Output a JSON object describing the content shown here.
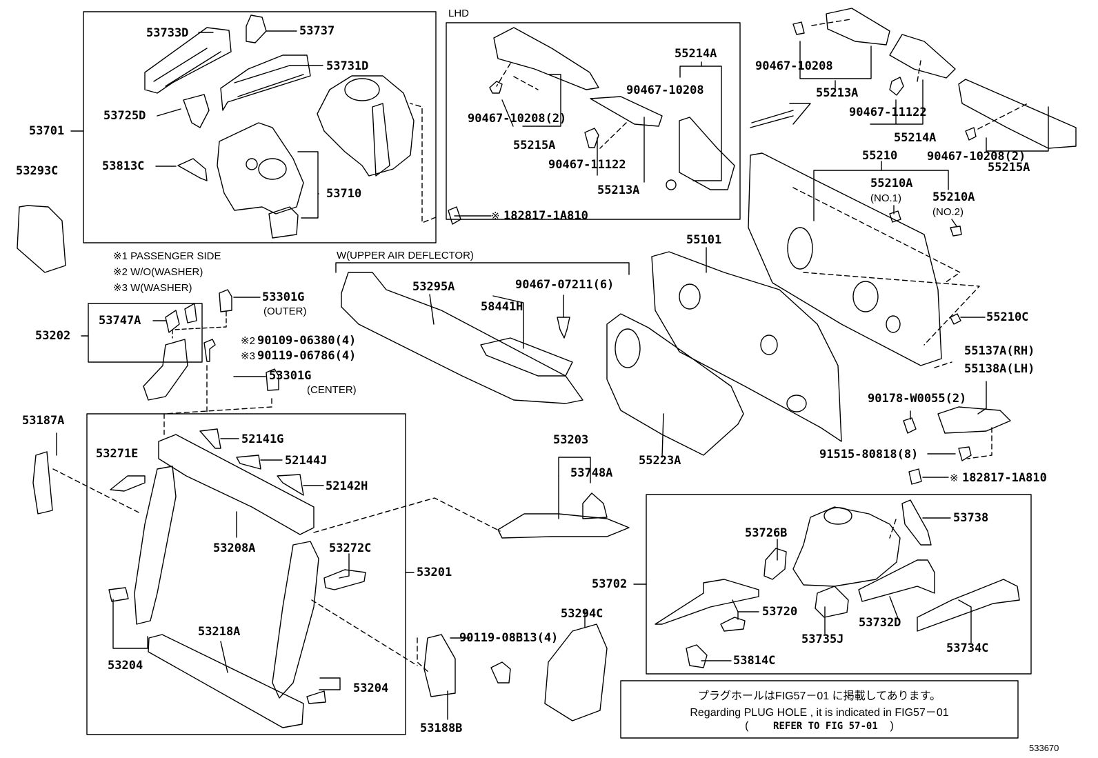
{
  "callouts": {
    "p53701": "53701",
    "p53733D": "53733D",
    "p53737": "53737",
    "p53731D": "53731D",
    "p53725D": "53725D",
    "p53813C": "53813C",
    "p53710": "53710",
    "p53293C": "53293C",
    "p53202": "53202",
    "p53747A": "53747A",
    "p53301G_outer": "53301G",
    "p53301G_center": "53301G",
    "p90109": "90109-06380(4)",
    "p90119_06786": "90119-06786(4)",
    "p53187A": "53187A",
    "p53271E": "53271E",
    "p52141G": "52141G",
    "p52144J": "52144J",
    "p52142H": "52142H",
    "p53208A": "53208A",
    "p53272C": "53272C",
    "p53201": "53201",
    "p53204a": "53204",
    "p53204b": "53204",
    "p53218A": "53218A",
    "p90119_08B13": "90119-08B13(4)",
    "p53188B": "53188B",
    "p53295A": "53295A",
    "p58441H": "58441H",
    "p90467_07211": "90467-07211(6)",
    "p53203": "53203",
    "p53748A": "53748A",
    "p53294C": "53294C",
    "p90467_10208_2_lhd": "90467-10208(2)",
    "p55215A_lhd": "55215A",
    "p90467_11122_lhd": "90467-11122",
    "p55213A_lhd": "55213A",
    "p55214A_lhd": "55214A",
    "p90467_10208_lhd": "90467-10208",
    "p182817_top": "182817-1A810",
    "p90467_10208_r": "90467-10208",
    "p55213A_r": "55213A",
    "p90467_11122_r": "90467-11122",
    "p55214A_r": "55214A",
    "p90467_10208_2_r": "90467-10208(2)",
    "p55215A_r": "55215A",
    "p55210": "55210",
    "p55210A_1": "55210A",
    "p55210A_2": "55210A",
    "p55101": "55101",
    "p55210C": "55210C",
    "p55137A": "55137A(RH)",
    "p55138A": "55138A(LH)",
    "p90178": "90178-W0055(2)",
    "p91515": "91515-80818(8)",
    "p182817_mid": "182817-1A810",
    "p55223A": "55223A",
    "p53702": "53702",
    "p53726B": "53726B",
    "p53738": "53738",
    "p53720": "53720",
    "p53735J": "53735J",
    "p53732D": "53732D",
    "p53734C": "53734C",
    "p53814C": "53814C",
    "diagram_id": "533670"
  },
  "notes": {
    "lhd": "LHD",
    "passenger_side": "※1 PASSENGER SIDE",
    "wo_washer": "※2 W/O(WASHER)",
    "w_washer": "※3 W(WASHER)",
    "outer": "(OUTER)",
    "center": "(CENTER)",
    "upper_air_deflector": "W(UPPER AIR DEFLECTOR)",
    "no1": "(NO.1)",
    "no2": "(NO.2)",
    "mark1": "※1",
    "mark2": "※2",
    "mark3": "※3",
    "mark_asterisk": "※",
    "plug_jp": "プラグホールはFIG57－01 に掲載してあります。",
    "plug_en": "Regarding  PLUG HOLE , it is indicated in FIG57－01",
    "refer_open": "(",
    "refer_text": "REFER TO FIG 57-01",
    "refer_close": ")"
  }
}
